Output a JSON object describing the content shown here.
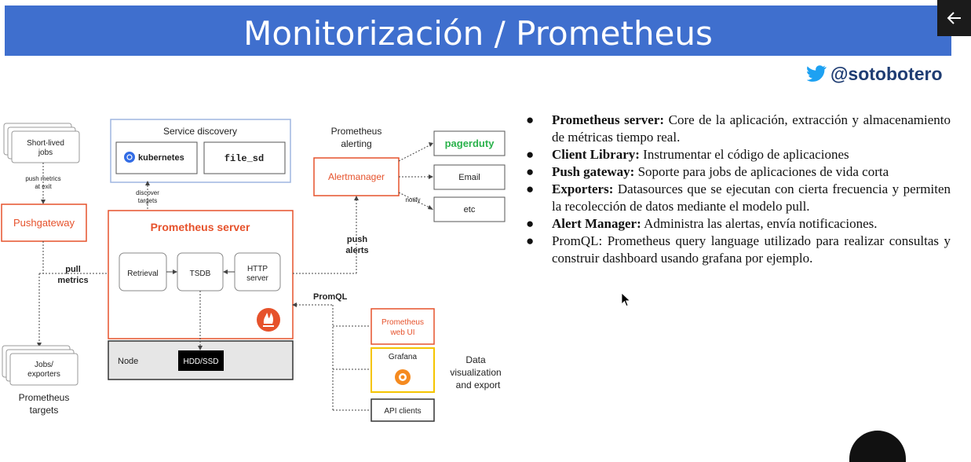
{
  "slide": {
    "title": "Monitorización / Prometheus",
    "twitter_handle": "@sotobotero"
  },
  "diagram": {
    "short_lived_jobs": [
      "Short-lived",
      "jobs"
    ],
    "push_metrics_at_exit": [
      "push metrics",
      "at exit"
    ],
    "pushgateway": "Pushgateway",
    "pull_metrics": [
      "pull",
      "metrics"
    ],
    "jobs_exporters": [
      "Jobs/",
      "exporters"
    ],
    "prometheus_targets": [
      "Prometheus",
      "targets"
    ],
    "service_discovery": "Service discovery",
    "kubernetes": "kubernetes",
    "file_sd": "file_sd",
    "discover_targets": [
      "discover",
      "targets"
    ],
    "prometheus_server": "Prometheus server",
    "retrieval": "Retrieval",
    "tsdb": "TSDB",
    "http_server": [
      "HTTP",
      "server"
    ],
    "node": "Node",
    "hdd_ssd": "HDD/SSD",
    "prometheus_alerting": [
      "Prometheus",
      "alerting"
    ],
    "alertmanager": "Alertmanager",
    "pagerduty": "pagerduty",
    "email": "Email",
    "etc": "etc",
    "notify": "notify",
    "push_alerts": [
      "push",
      "alerts"
    ],
    "promql": "PromQL",
    "prometheus_web_ui": [
      "Prometheus",
      "web UI"
    ],
    "grafana": "Grafana",
    "api_clients": "API clients",
    "data_visualization": [
      "Data",
      "visualization",
      "and export"
    ]
  },
  "bullets": [
    {
      "term": "Prometheus server:",
      "text": " Core de la aplicación, extracción y almacenamiento de métricas tiempo real."
    },
    {
      "term": "Client Library:",
      "text": " Instrumentar el código de aplicaciones"
    },
    {
      "term": "Push gateway:",
      "text": " Soporte para jobs de aplicaciones de vida corta"
    },
    {
      "term": "Exporters:",
      "text": " Datasources que se ejecutan con cierta frecuencia y permiten la recolección de datos  mediante el modelo pull."
    },
    {
      "term": "Alert Manager:",
      "text": " Administra las alertas, envía notificaciones."
    },
    {
      "term": "",
      "text": "PromQL: Prometheus query language utilizado para realizar consultas y construir dashboard usando grafana por ejemplo."
    }
  ],
  "bullet_symbol": "●",
  "colors": {
    "banner": "#3f6fce",
    "prometheus_orange": "#e6522c",
    "service_discovery_blue": "#9fb6e0",
    "pagerduty_green": "#2bb24c",
    "grafana_yellow": "#f5c400",
    "twitter_blue": "#1da1f2"
  },
  "icons": [
    "back-arrow-icon",
    "twitter-bird-icon",
    "kubernetes-icon",
    "prometheus-flame-icon",
    "grafana-icon",
    "mouse-cursor-icon"
  ]
}
